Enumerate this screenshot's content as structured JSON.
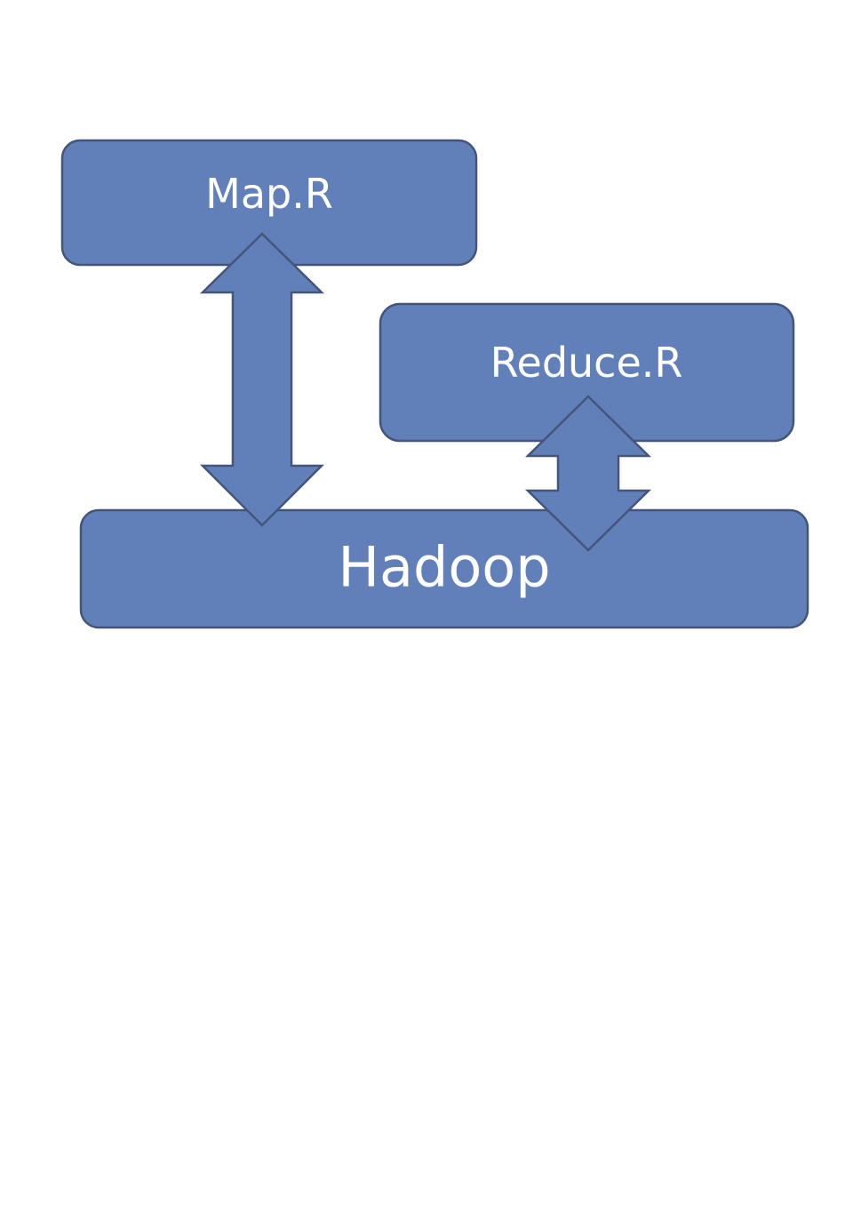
{
  "colors": {
    "box_fill": "#6180ba",
    "box_stroke": "#44557a",
    "label_text": "#ffffff",
    "background": "#ffffff"
  },
  "nodes": {
    "map": {
      "label": "Map.R"
    },
    "reduce": {
      "label": "Reduce.R"
    },
    "hadoop": {
      "label": "Hadoop"
    }
  },
  "edges": [
    {
      "from": "map",
      "to": "hadoop",
      "type": "bidirectional-arrow"
    },
    {
      "from": "reduce",
      "to": "hadoop",
      "type": "bidirectional-arrow"
    }
  ]
}
